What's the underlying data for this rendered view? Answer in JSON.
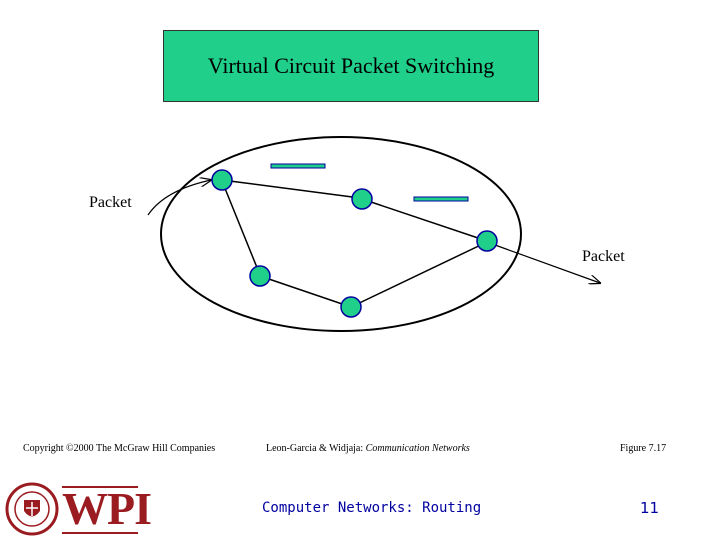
{
  "title": "Virtual Circuit Packet Switching",
  "diagram": {
    "packet_in_label": "Packet",
    "packet_out_label": "Packet"
  },
  "footer": {
    "copyright": "Copyright ©2000 The McGraw Hill Companies",
    "authors": "Leon-Garcia & Widjaja: ",
    "book": "Communication Networks",
    "figure": "Figure 7.17",
    "course": "Computer Networks: Routing",
    "page": "11",
    "logo_text": "WPI"
  },
  "colors": {
    "title_bg": "#1fcf8a",
    "node_fill": "#1fcf8a",
    "link_color": "#0000a0",
    "logo_red": "#9b1c20"
  }
}
